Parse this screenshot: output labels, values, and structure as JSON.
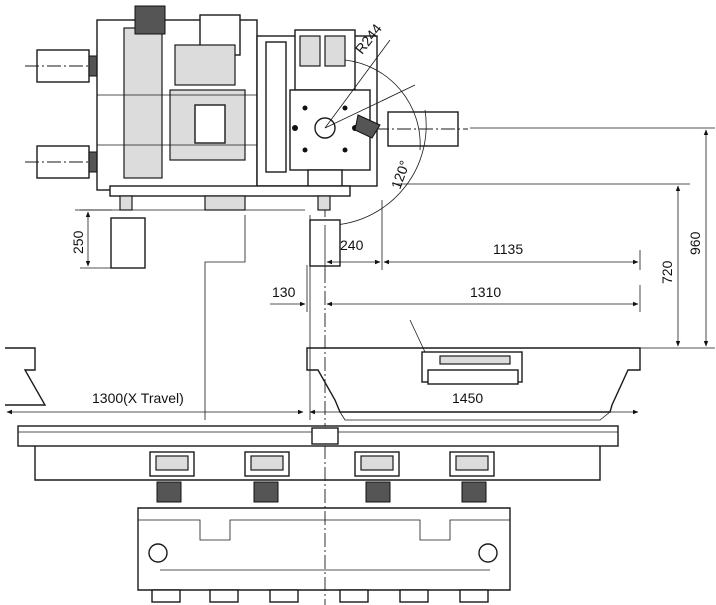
{
  "dimensions": {
    "r244": "R244",
    "angle_120": "120°",
    "d250": "250",
    "d240": "240",
    "d1135": "1135",
    "d130": "130",
    "d1310": "1310",
    "d720": "720",
    "d960": "960",
    "d1300": "1300(X Travel)",
    "d1450": "1450"
  }
}
